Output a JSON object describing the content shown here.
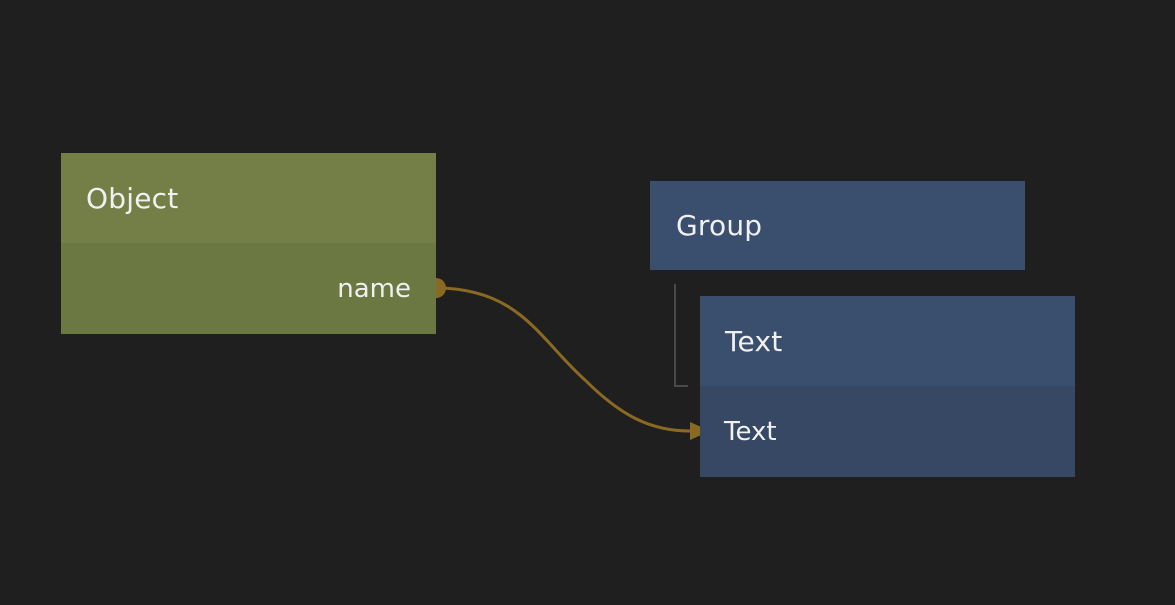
{
  "nodes": {
    "object": {
      "title": "Object",
      "output_port": "name",
      "color": "#737f46"
    },
    "group": {
      "title": "Group",
      "color": "#3a4e6d"
    },
    "text": {
      "title": "Text",
      "input_port": "Text",
      "color": "#3a4e6d"
    }
  },
  "connection": {
    "from": "Object.name",
    "to": "Text.Text",
    "color": "#8a6a22"
  },
  "hierarchy": {
    "parent": "Group",
    "child": "Text"
  }
}
